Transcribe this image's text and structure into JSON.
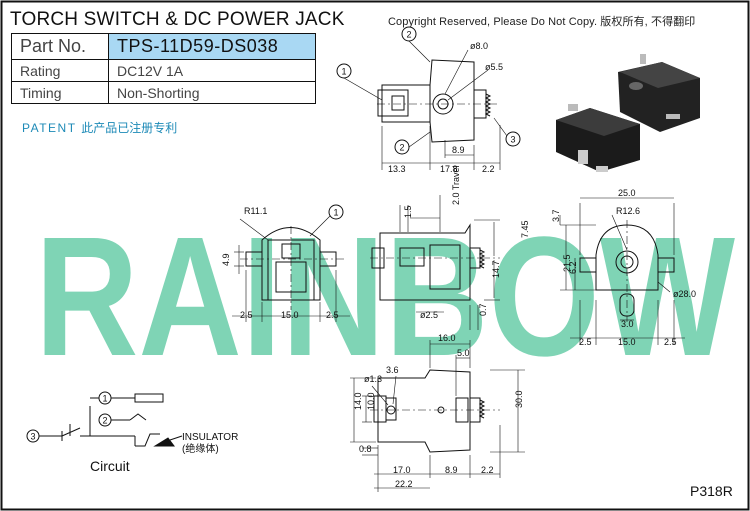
{
  "header": {
    "title": "TORCH SWITCH & DC POWER JACK",
    "copyright": "Copyright Reserved, Please Do Not Copy. 版权所有, 不得翻印"
  },
  "spec_table": {
    "rows": [
      {
        "label": "Part  No.",
        "value": "TPS-11D59-DS038"
      },
      {
        "label": "Rating",
        "value": "DC12V  1A"
      },
      {
        "label": "Timing",
        "value": "Non-Shorting"
      }
    ]
  },
  "patent": {
    "en": "PATENT",
    "cn": "此产品已注册专利"
  },
  "watermark": "RAINBOW",
  "callouts": [
    "1",
    "2",
    "3"
  ],
  "dimensions": {
    "top_view": [
      "ø8.0",
      "ø5.5",
      "13.3",
      "17.8",
      "8.9",
      "2.2"
    ],
    "front_view": [
      "R11.1",
      "4.9",
      "15.0",
      "2.5",
      "2.5"
    ],
    "side_view": [
      "1.5",
      "2.0 Travel",
      "7.45",
      "14.7",
      "ø2.5",
      "0.7"
    ],
    "rear_view": [
      "25.0",
      "R12.6",
      "3.7",
      "21.5",
      "6.2",
      "ø28.0",
      "3.0",
      "2.5",
      "15.0",
      "2.5"
    ],
    "bottom_view": [
      "16.0",
      "5.0",
      "ø1.3",
      "3.6",
      "14.0",
      "10.0",
      "0.8",
      "30.0",
      "17.0",
      "8.9",
      "2.2",
      "22.2"
    ]
  },
  "circuit": {
    "label": "Circuit",
    "insulator": "INSULATOR",
    "insulator_cn": "(绝缘体)"
  },
  "page_code": "P318R",
  "colors": {
    "watermark": "#7fd4b5",
    "highlight": "#a9d8f3",
    "patent": "#1d8ab7",
    "line": "#111111"
  }
}
